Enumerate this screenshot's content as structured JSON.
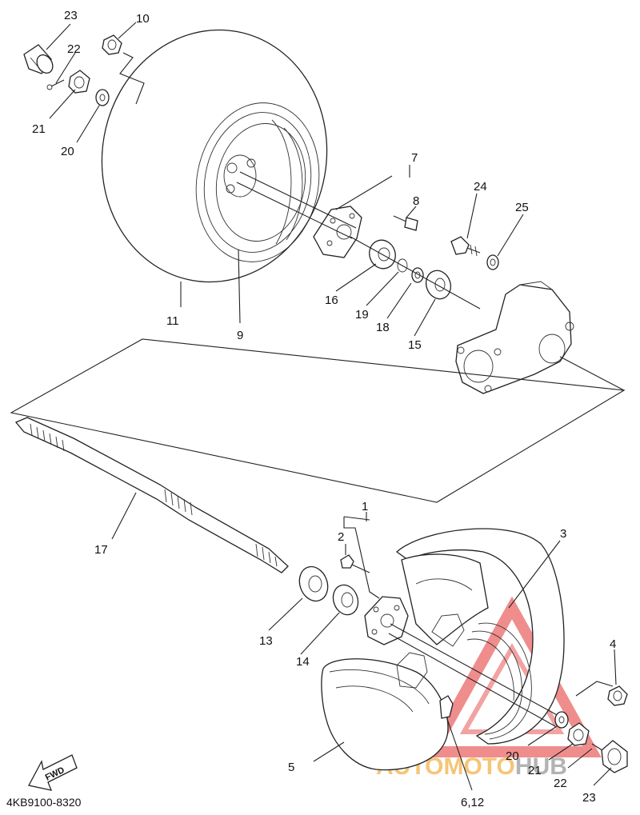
{
  "diagram_code": "4KB9100-8320",
  "fwd_label": "FWD",
  "watermark": {
    "text_part_a": "AUTOMOTO",
    "text_part_b": "HUB",
    "color_a": "#f2b24a",
    "color_b": "#9a9a9a",
    "triangle_color": "#e23030"
  },
  "callouts": {
    "p1": "1",
    "p2": "2",
    "p3": "3",
    "p4": "4",
    "p5": "5",
    "p6_12": "6,12",
    "p7": "7",
    "p8": "8",
    "p9": "9",
    "p10": "10",
    "p11": "11",
    "p13": "13",
    "p14": "14",
    "p15": "15",
    "p16": "16",
    "p17": "17",
    "p18": "18",
    "p19": "19",
    "p20_top": "20",
    "p20_bottom": "20",
    "p21_top": "21",
    "p21_bottom": "21",
    "p22_top": "22",
    "p22_bottom": "22",
    "p23_top": "23",
    "p23_bottom": "23",
    "p24": "24",
    "p25": "25"
  }
}
